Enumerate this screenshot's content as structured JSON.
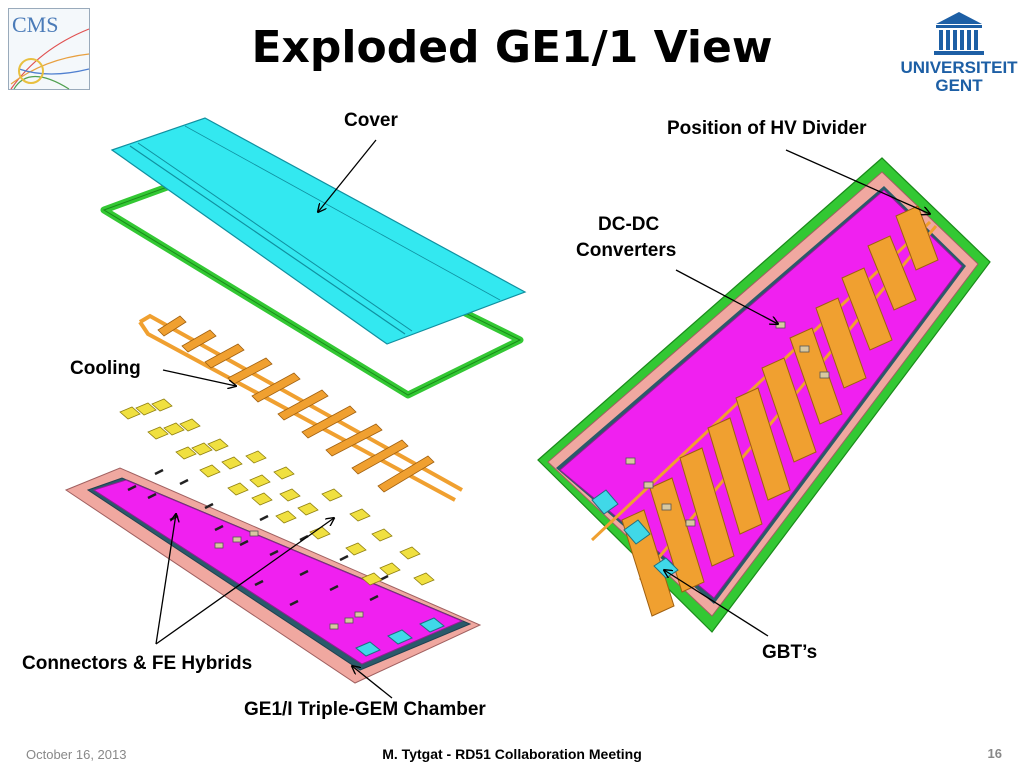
{
  "slide": {
    "title": "Exploded GE1/1 View",
    "labels": {
      "cover": "Cover",
      "hv_divider": "Position of HV Divider",
      "dcdc_line1": "DC-DC",
      "dcdc_line2": "Converters",
      "cooling": "Cooling",
      "gbts": "GBT’s",
      "connectors": "Connectors & FE Hybrids",
      "chamber": "GE1/I Triple-GEM Chamber"
    },
    "footer": {
      "date": "October 16, 2013",
      "center": "M. Tytgat - RD51 Collaboration Meeting",
      "page": "16"
    },
    "logos": {
      "left_text": "CMS",
      "right_line1": "UNIVERSITEIT",
      "right_line2": "GENT"
    }
  },
  "colors": {
    "cover": "#33e8f0",
    "frame": "#33c833",
    "pcb": "#f020f0",
    "base": "#f0a8a0",
    "cooling": "#f0a030",
    "hybrid": "#f0e040",
    "gbt": "#40d8e8"
  }
}
